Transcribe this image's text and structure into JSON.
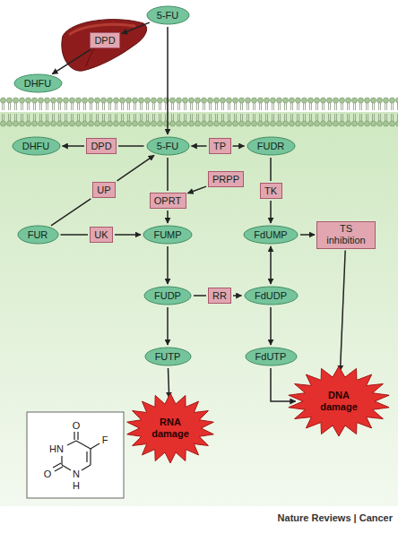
{
  "diagram": {
    "nodes": [
      {
        "text": [
          "5-FU"
        ]
      },
      {
        "text": [
          "DPD"
        ]
      },
      {
        "text": [
          "DHFU"
        ]
      },
      {
        "text": [
          "DHFU"
        ]
      },
      {
        "text": [
          "DPD"
        ]
      },
      {
        "text": [
          "5-FU"
        ]
      },
      {
        "text": [
          "TP"
        ]
      },
      {
        "text": [
          "FUDR"
        ]
      },
      {
        "text": [
          "PRPP"
        ]
      },
      {
        "text": [
          "UP"
        ]
      },
      {
        "text": [
          "OPRT"
        ]
      },
      {
        "text": [
          "TK"
        ]
      },
      {
        "text": [
          "FUR"
        ]
      },
      {
        "text": [
          "UK"
        ]
      },
      {
        "text": [
          "FUMP"
        ]
      },
      {
        "text": [
          "FdUMP"
        ]
      },
      {
        "text": [
          "TS inhibition"
        ]
      },
      {
        "text": [
          "FUDP"
        ]
      },
      {
        "text": [
          "RR"
        ]
      },
      {
        "text": [
          "FdUDP"
        ]
      },
      {
        "text": [
          "FUTP"
        ]
      },
      {
        "text": [
          "FdUTP"
        ]
      },
      {
        "text": [
          "RNA damage"
        ]
      },
      {
        "text": [
          "DNA damage"
        ]
      }
    ],
    "edges": [
      {
        "from": 0,
        "to": 1,
        "arrow": "to"
      },
      {
        "from": 1,
        "to": 2,
        "arrow": "to"
      },
      {
        "from": 0,
        "to": 5,
        "arrow": "to"
      },
      {
        "from": 5,
        "to": 4,
        "arrow": "none"
      },
      {
        "from": 4,
        "to": 3,
        "arrow": "to"
      },
      {
        "from": 6,
        "to": 5,
        "arrow": "to"
      },
      {
        "from": 6,
        "to": 7,
        "arrow": "to"
      },
      {
        "from": 7,
        "to": 11,
        "arrow": "none"
      },
      {
        "from": 11,
        "to": 15,
        "arrow": "to"
      },
      {
        "from": 8,
        "to": 10,
        "arrow": "to"
      },
      {
        "from": 5,
        "to": 10,
        "arrow": "none"
      },
      {
        "from": 10,
        "to": 14,
        "arrow": "to"
      },
      {
        "from": 12,
        "to": 9,
        "arrow": "none"
      },
      {
        "from": 9,
        "to": 5,
        "arrow": "to"
      },
      {
        "from": 12,
        "to": 13,
        "arrow": "none"
      },
      {
        "from": 13,
        "to": 14,
        "arrow": "to"
      },
      {
        "from": 14,
        "to": 17,
        "arrow": "to"
      },
      {
        "from": 17,
        "to": 20,
        "arrow": "to"
      },
      {
        "from": 17,
        "to": 18,
        "arrow": "none"
      },
      {
        "from": 18,
        "to": 19,
        "arrow": "to"
      },
      {
        "from": 19,
        "to": 15,
        "arrow": "both"
      },
      {
        "from": 19,
        "to": 21,
        "arrow": "to"
      },
      {
        "from": 15,
        "to": 16,
        "arrow": "to"
      },
      {
        "from": 16,
        "to": 23,
        "arrow": "to"
      },
      {
        "from": 21,
        "to": 23,
        "arrow": "to"
      },
      {
        "from": 20,
        "to": 22,
        "arrow": "to"
      }
    ],
    "labels": [
      "O",
      "HN",
      "F",
      "O",
      "N",
      "H",
      "Nature Reviews | Cancer"
    ]
  }
}
